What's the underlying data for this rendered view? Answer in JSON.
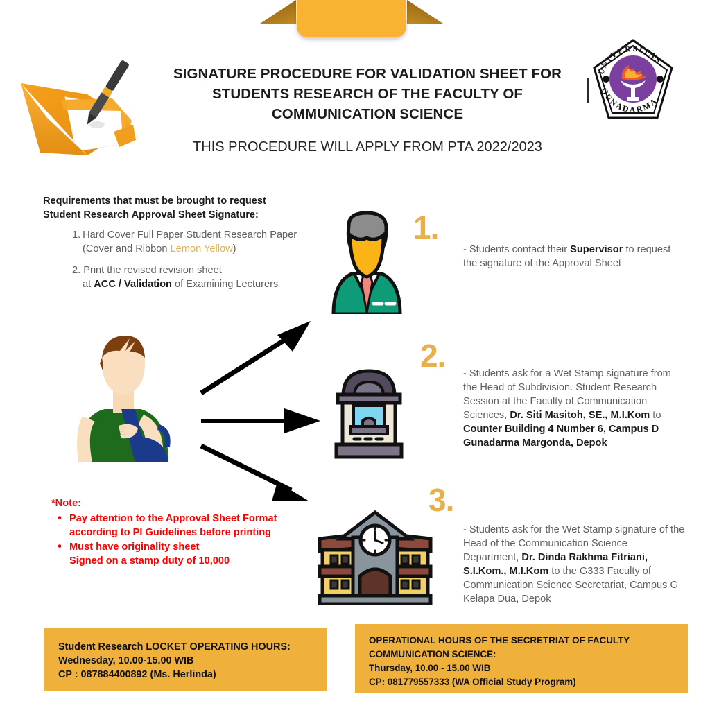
{
  "header": {
    "title": "SIGNATURE PROCEDURE FOR VALIDATION SHEET FOR STUDENTS RESEARCH OF THE FACULTY OF COMMUNICATION SCIENCE",
    "subtitle": "THIS PROCEDURE WILL APPLY FROM PTA 2022/2023",
    "logo_alt": "universitas-gunadarma-logo",
    "logo_text_top": "UNIVERSITAS",
    "logo_text_bottom": "GUNADARMA"
  },
  "requirements": {
    "title": "Requirements that must be brought to request Student Research Approval Sheet Signature:",
    "item1_lead": "1. Hard Cover Full Paper Student Research Paper",
    "item1_cont_pre": "(Cover and Ribbon ",
    "item1_highlight": "Lemon Yellow",
    "item1_cont_post": ")",
    "item2_lead": "2. Print the revised revision sheet",
    "item2_cont_pre": "at ",
    "item2_bold": "ACC / Validation",
    "item2_cont_post": " of Examining Lecturers"
  },
  "steps": [
    {
      "number": "1.",
      "icon": "supervisor-person-icon",
      "text_pre": "- Students contact their ",
      "text_bold": "Supervisor",
      "text_post": " to request the signature of the Approval Sheet"
    },
    {
      "number": "2.",
      "icon": "service-counter-booth-icon",
      "text_pre": "- Students ask for a Wet Stamp signature from the Head of Subdivision. Student Research Session at the Faculty of Communication Sciences, ",
      "text_bold": "Dr. Siti Masitoh, SE., M.I.Kom",
      "text_mid": " to ",
      "text_bold2": "Counter Building 4 Number 6, Campus D Gunadarma Margonda, Depok",
      "text_post": ""
    },
    {
      "number": "3.",
      "icon": "faculty-building-icon",
      "text_pre": "- Students ask for the Wet Stamp signature of the Head of the Communication Science Department, ",
      "text_bold": "Dr. Dinda Rakhma Fitriani, S.I.Kom., M.I.Kom",
      "text_post": " to the G333 Faculty of Communication Science Secretariat, Campus G Kelapa Dua, Depok"
    }
  ],
  "note": {
    "heading": "*Note:",
    "items": [
      {
        "line1": "Pay attention to the Approval Sheet Format",
        "line2": "according to PI Guidelines before printing"
      },
      {
        "line1": "Must have originality sheet",
        "line2": "Signed on a stamp duty of 10,000"
      }
    ]
  },
  "info_boxes": [
    {
      "line1": "Student Research LOCKET OPERATING HOURS:",
      "line2": "Wednesday, 10.00-15.00 WIB",
      "line3": "CP : 087884400892 (Ms. Herlinda)",
      "line4": ""
    },
    {
      "line1": "OPERATIONAL HOURS OF THE SECRETRIAT OF FACULTY",
      "line2": "COMMUNICATION SCIENCE:",
      "line3": "Thursday, 10.00 - 15.00 WIB",
      "line4": "CP: 081779557333 (WA Official Study Program)"
    }
  ],
  "colors": {
    "accent_gold": "#E8B04B",
    "box_gold": "#EFB13C",
    "banner_orange": "#F9B233",
    "note_red": "#FF0000",
    "body_gray": "#5f5f5f",
    "logo_purple": "#7B3FA0"
  },
  "decor": {
    "banner": "ribbon-banner",
    "signature_icon": "signature-pen-folder-icon",
    "student_icon": "student-with-backpack-icon",
    "arrow_up": "arrow-up-right-icon",
    "arrow_right": "arrow-right-icon",
    "arrow_down": "arrow-down-right-icon"
  }
}
